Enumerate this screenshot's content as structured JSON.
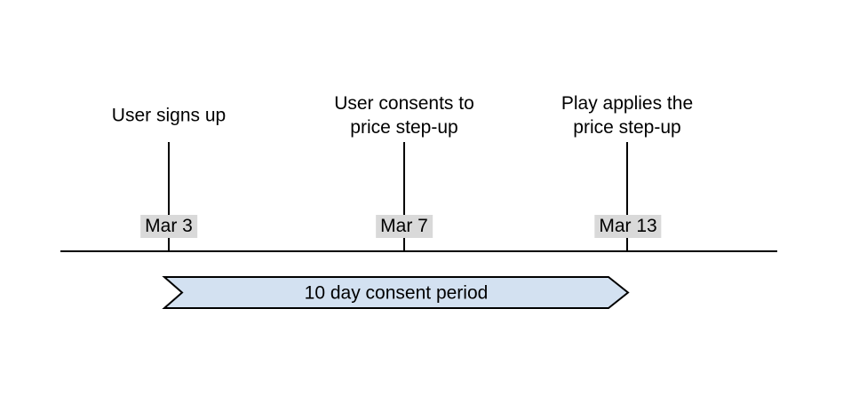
{
  "timeline": {
    "events": [
      {
        "label": "User signs up",
        "date": "Mar 3"
      },
      {
        "label": "User consents to\nprice step-up",
        "date": "Mar 7"
      },
      {
        "label": "Play applies the\nprice step-up",
        "date": "Mar 13"
      }
    ],
    "period_band": {
      "label": "10 day consent period",
      "fill": "#d3e1f1",
      "stroke": "#000000"
    },
    "colors": {
      "axis_line": "#000000",
      "date_badge_bg": "#d9d9d9",
      "text": "#000000",
      "background": "#ffffff"
    }
  }
}
